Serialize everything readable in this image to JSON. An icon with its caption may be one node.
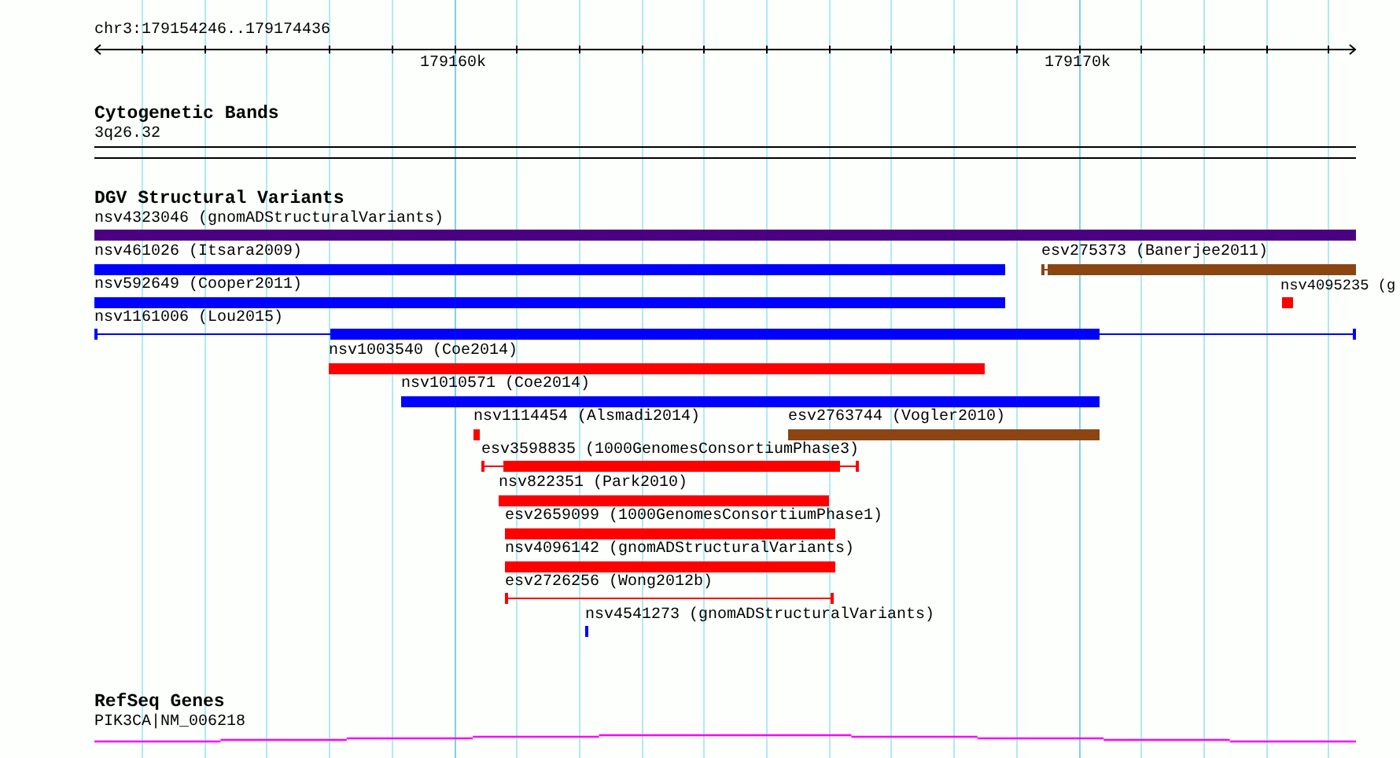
{
  "diagram": {
    "nodes": [
      {
        "text": [
          "nsv4323046 (gnomADStructuralVariants)"
        ]
      },
      {
        "text": [
          "nsv461026 (Itsara2009)"
        ]
      },
      {
        "text": [
          "esv275373 (Banerjee2011)"
        ]
      },
      {
        "text": [
          "nsv592649 (Cooper2011)"
        ]
      },
      {
        "text": [
          "nsv4095235 (g"
        ]
      },
      {
        "text": [
          "nsv1161006 (Lou2015)"
        ]
      },
      {
        "text": [
          "nsv1003540 (Coe2014)"
        ]
      },
      {
        "text": [
          "nsv1010571 (Coe2014)"
        ]
      },
      {
        "text": [
          "nsv1114454 (Alsmadi2014)"
        ]
      },
      {
        "text": [
          "esv2763744 (Vogler2010)"
        ]
      },
      {
        "text": [
          "esv3598835 (1000GenomesConsortiumPhase3)"
        ]
      },
      {
        "text": [
          "nsv822351 (Park2010)"
        ]
      },
      {
        "text": [
          "esv2659099 (1000GenomesConsortiumPhase1)"
        ]
      },
      {
        "text": [
          "nsv4096142 (gnomADStructuralVariants)"
        ]
      },
      {
        "text": [
          "esv2726256 (Wong2012b)"
        ]
      },
      {
        "text": [
          "nsv4541273 (gnomADStructuralVariants)"
        ]
      },
      {
        "text": [
          "PIK3CA|NM_006218"
        ]
      }
    ],
    "labels": [
      "chr3:179154246..179174436",
      "179160k",
      "179170k",
      "Cytogenetic Bands",
      "3q26.32",
      "DGV Structural Variants",
      "RefSeq Genes"
    ]
  }
}
